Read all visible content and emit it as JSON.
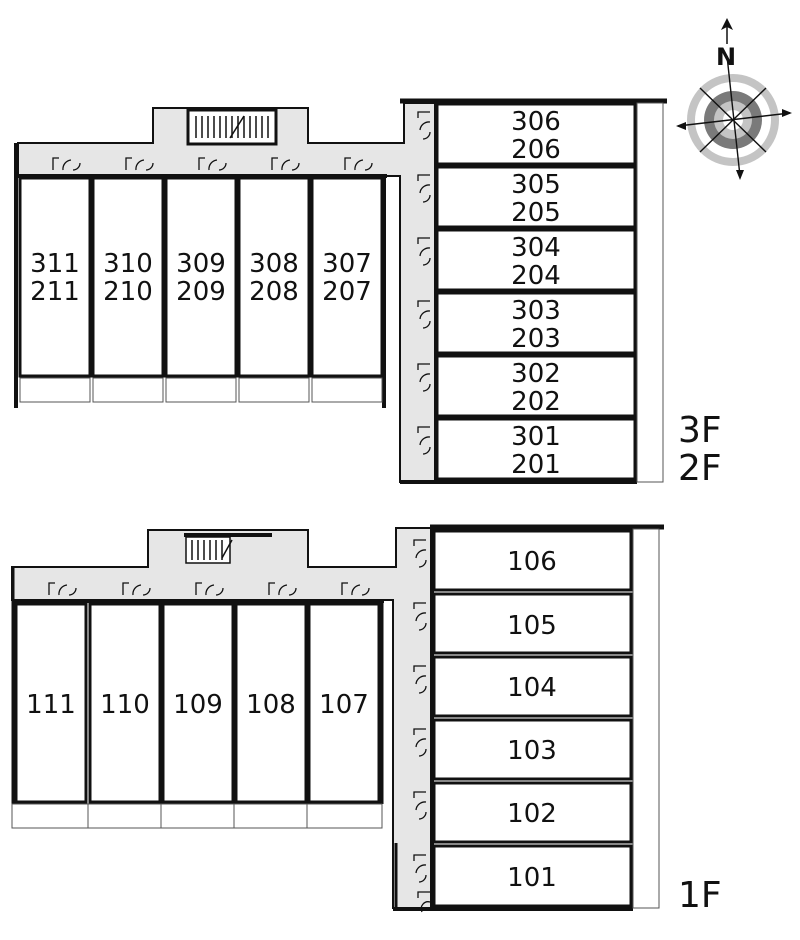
{
  "compass": {
    "north_label": "N"
  },
  "upper_block": {
    "west_units": [
      {
        "top": "311",
        "bottom": "211"
      },
      {
        "top": "310",
        "bottom": "210"
      },
      {
        "top": "309",
        "bottom": "209"
      },
      {
        "top": "308",
        "bottom": "208"
      },
      {
        "top": "307",
        "bottom": "207"
      }
    ],
    "east_units": [
      {
        "top": "306",
        "bottom": "206"
      },
      {
        "top": "305",
        "bottom": "205"
      },
      {
        "top": "304",
        "bottom": "204"
      },
      {
        "top": "303",
        "bottom": "203"
      },
      {
        "top": "302",
        "bottom": "202"
      },
      {
        "top": "301",
        "bottom": "201"
      }
    ],
    "floor_labels": [
      "3F",
      "2F"
    ]
  },
  "lower_block": {
    "west_units": [
      {
        "label": "111"
      },
      {
        "label": "110"
      },
      {
        "label": "109"
      },
      {
        "label": "108"
      },
      {
        "label": "107"
      }
    ],
    "east_units": [
      {
        "label": "106"
      },
      {
        "label": "105"
      },
      {
        "label": "104"
      },
      {
        "label": "103"
      },
      {
        "label": "102"
      },
      {
        "label": "101"
      }
    ],
    "floor_labels": [
      "1F"
    ]
  },
  "colors": {
    "corridor": "#e6e6e6",
    "wall": "#111111",
    "background": "#ffffff",
    "compass_dark": "#7a7a7a",
    "compass_light": "#c4c4c4"
  }
}
